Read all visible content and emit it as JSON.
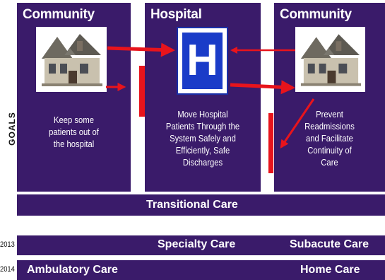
{
  "panels": [
    {
      "title": "Community",
      "goal": [
        "Keep some",
        "patients out of",
        "the hospital"
      ]
    },
    {
      "title": "Hospital",
      "hospital_letter": "H",
      "goal": [
        "Move Hospital",
        "Patients Through the",
        "System Safely and",
        "Efficiently, Safe",
        "Discharges"
      ]
    },
    {
      "title": "Community",
      "goal": [
        "Prevent",
        "Readmissions",
        "and Facilitate",
        "Continuity of",
        "Care"
      ]
    }
  ],
  "goals_label": "GOALS",
  "transitional_bar": "Transitional Care",
  "rows": [
    {
      "year": "2013",
      "items": [
        "Specialty Care",
        "Subacute Care"
      ]
    },
    {
      "year": "2014",
      "items": [
        "Ambulatory Care",
        "Home Care"
      ]
    }
  ],
  "icons": [
    "house-icon",
    "hospital-icon",
    "arrow-icon"
  ],
  "colors": {
    "panel": "#3a1b6a",
    "arrow": "#e8141c",
    "hospital_blue": "#1a3cc8",
    "text": "#ffffff"
  }
}
